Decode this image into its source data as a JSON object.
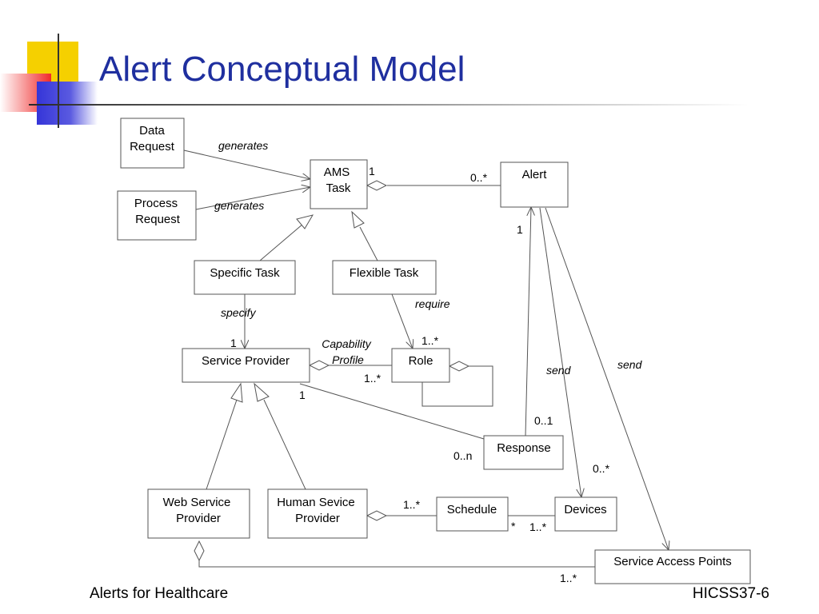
{
  "title": "Alert Conceptual Model",
  "footer": {
    "left": "Alerts for Healthcare",
    "right": "HICSS37-6"
  },
  "colors": {
    "title": "#1f2f9f",
    "deco_yellow": "#f5d000",
    "deco_red": "#f02a2a",
    "deco_blue": "#3535d8"
  },
  "diagram": {
    "boxes": {
      "data_request": [
        "Data",
        "Request"
      ],
      "process_request": [
        "Process",
        "Request"
      ],
      "ams_task": [
        "AMS",
        "Task"
      ],
      "alert": [
        "Alert"
      ],
      "specific_task": [
        "Specific Task"
      ],
      "flexible_task": [
        "Flexible Task"
      ],
      "service_provider": [
        "Service Provider"
      ],
      "role": [
        "Role"
      ],
      "response": [
        "Response"
      ],
      "web_service_provider": [
        "Web Service",
        "Provider"
      ],
      "human_service_provider": [
        "Human Sevice",
        "Provider"
      ],
      "schedule": [
        "Schedule"
      ],
      "devices": [
        "Devices"
      ],
      "service_access_points": [
        "Service Access Points"
      ]
    },
    "relations": {
      "generates_1": "generates",
      "generates_2": "generates",
      "specify": "specify",
      "require": "require",
      "capability_profile": [
        "Capability",
        "Profile"
      ],
      "send_1": "send",
      "send_2": "send"
    },
    "multiplicities": {
      "ams_alert_ams": "1",
      "ams_alert_alert": "0..*",
      "alert_response": "1",
      "specify_sp": "1",
      "role_top": "1..*",
      "role_sp": "1..*",
      "sp_response": "1",
      "response_top": "0..1",
      "response_left": "0..n",
      "devices_top": "0..*",
      "schedule_human": "1..*",
      "schedule_star": "*",
      "devices_schedule": "1..*",
      "sap_bottom": "1..*"
    }
  }
}
